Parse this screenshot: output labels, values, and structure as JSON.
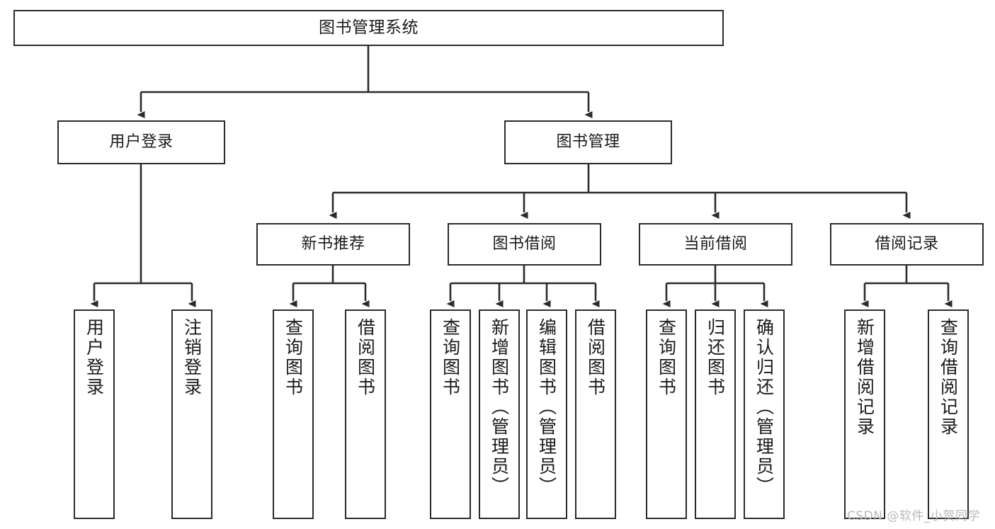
{
  "diagram": {
    "title": "图书管理系统",
    "type": "hierarchy-tree",
    "watermark": "CSDN @软件_小贺同学",
    "colors": {
      "box_border": "#2b2b2b",
      "box_fill": "#ffffff",
      "connector": "#2b2b2b",
      "text": "#1a1a1a",
      "watermark": "#b9b9b9",
      "background": "#ffffff"
    },
    "nodes": {
      "root": {
        "label": "图书管理系统"
      },
      "level2": [
        {
          "id": "user-login",
          "label": "用户登录"
        },
        {
          "id": "book-management",
          "label": "图书管理"
        }
      ],
      "level3": [
        {
          "id": "new-book-recommend",
          "label": "新书推荐"
        },
        {
          "id": "book-borrow",
          "label": "图书借阅"
        },
        {
          "id": "current-borrow",
          "label": "当前借阅"
        },
        {
          "id": "borrow-record",
          "label": "借阅记录"
        }
      ],
      "leaves": {
        "user_login": [
          {
            "id": "leaf-user-login",
            "label": "用户登录"
          },
          {
            "id": "leaf-logout-login",
            "label": "注销登录"
          }
        ],
        "new_book_recommend": [
          {
            "id": "leaf-query-book-1",
            "label": "查询图书"
          },
          {
            "id": "leaf-borrow-book-1",
            "label": "借阅图书"
          }
        ],
        "book_borrow": [
          {
            "id": "leaf-query-book-2",
            "label": "查询图书"
          },
          {
            "id": "leaf-add-book",
            "label": "新增图书（管理员）"
          },
          {
            "id": "leaf-edit-book",
            "label": "编辑图书（管理员）"
          },
          {
            "id": "leaf-borrow-book-2",
            "label": "借阅图书"
          }
        ],
        "current_borrow": [
          {
            "id": "leaf-query-book-3",
            "label": "查询图书"
          },
          {
            "id": "leaf-return-book",
            "label": "归还图书"
          },
          {
            "id": "leaf-confirm-return",
            "label": "确认归还（管理员）"
          }
        ],
        "borrow_record": [
          {
            "id": "leaf-add-record",
            "label": "新增借阅记录"
          },
          {
            "id": "leaf-query-record",
            "label": "查询借阅记录"
          }
        ]
      }
    }
  }
}
